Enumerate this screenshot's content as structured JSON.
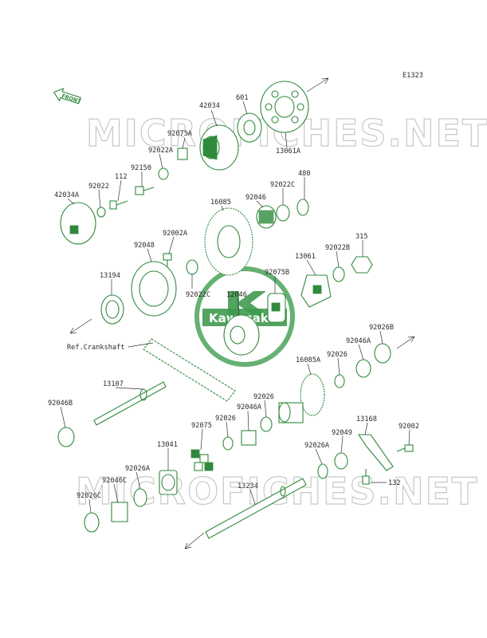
{
  "diagram_code": "E1323",
  "front_label": "FRONT",
  "watermark_text": "MICROFICHES.NET",
  "logo_text": "Kawasaki",
  "ref_label": "Ref.Crankshaft",
  "colors": {
    "part_line": "#2f8a3c",
    "label": "#2a2a2a",
    "watermark": "#c8c8c8"
  },
  "part_labels": [
    "601",
    "42034",
    "92075A",
    "92022A",
    "13061A",
    "92150",
    "112",
    "92022",
    "42034A",
    "16085",
    "92046",
    "92022C",
    "480",
    "92048",
    "92002A",
    "13061",
    "92022B",
    "315",
    "13194",
    "92075B",
    "92022C",
    "12046",
    "92026B",
    "92046A",
    "92026",
    "16085A",
    "13107",
    "92026",
    "92046B",
    "92046A",
    "92026",
    "92075",
    "13168",
    "92002",
    "92049",
    "92026A",
    "13041",
    "92026A",
    "92046C",
    "132",
    "13234",
    "92026C"
  ]
}
